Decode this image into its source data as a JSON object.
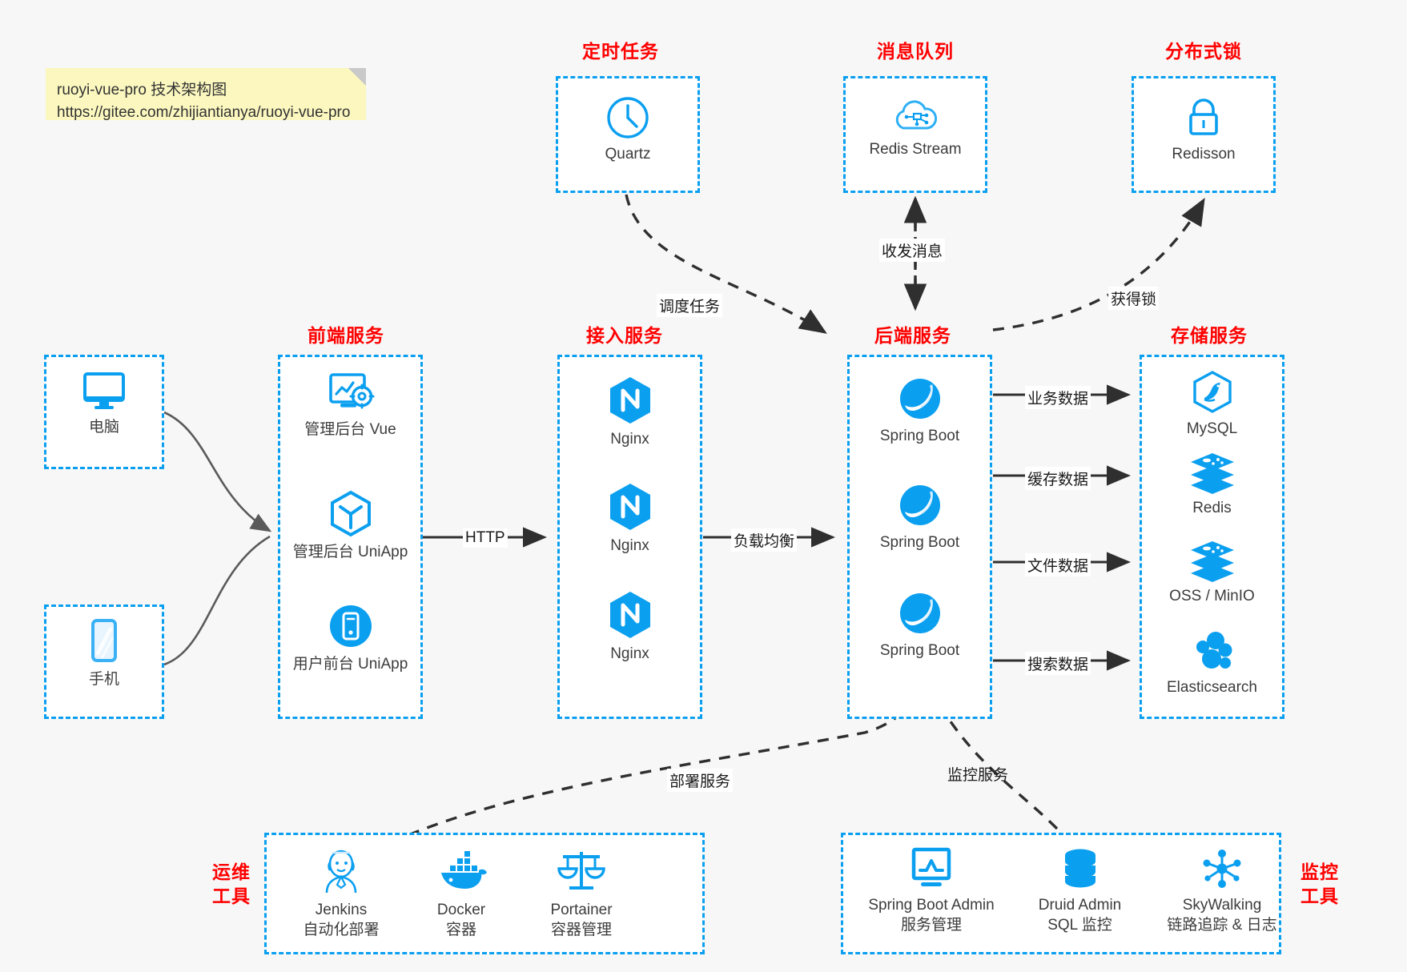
{
  "note": {
    "line1": "ruoyi-vue-pro 技术架构图",
    "line2": "https://gitee.com/zhijiantianya/ruoyi-vue-pro"
  },
  "colors": {
    "accent": "#0b9ff0",
    "title": "#ff0000",
    "text": "#3c3c3c",
    "background": "#f7f7f7",
    "note_bg": "#fbf7bf",
    "wire": "#2f2f2f"
  },
  "groups": {
    "scheduler": "定时任务",
    "mq": "消息队列",
    "lock": "分布式锁",
    "frontend": "前端服务",
    "gateway": "接入服务",
    "backend": "后端服务",
    "storage": "存储服务",
    "devops_l1": "运维",
    "devops_l2": "工具",
    "monitor_l1": "监控",
    "monitor_l2": "工具"
  },
  "clients": [
    {
      "label": "电脑",
      "icon": "desktop-monitor-icon"
    },
    {
      "label": "手机",
      "icon": "mobile-phone-icon"
    }
  ],
  "scheduler": [
    {
      "label": "Quartz",
      "icon": "clock-icon"
    }
  ],
  "mq": [
    {
      "label": "Redis Stream",
      "icon": "cloud-network-icon"
    }
  ],
  "lock": [
    {
      "label": "Redisson",
      "icon": "padlock-icon"
    }
  ],
  "frontend": [
    {
      "label": "管理后台 Vue",
      "icon": "dashboard-gear-icon"
    },
    {
      "label": "管理后台 UniApp",
      "icon": "hexagon-cube-icon"
    },
    {
      "label": "用户前台 UniApp",
      "icon": "phone-circle-icon"
    }
  ],
  "gateway": [
    {
      "label": "Nginx",
      "icon": "nginx-hexagon-icon"
    },
    {
      "label": "Nginx",
      "icon": "nginx-hexagon-icon"
    },
    {
      "label": "Nginx",
      "icon": "nginx-hexagon-icon"
    }
  ],
  "backend": [
    {
      "label": "Spring Boot",
      "icon": "spring-leaf-icon"
    },
    {
      "label": "Spring Boot",
      "icon": "spring-leaf-icon"
    },
    {
      "label": "Spring Boot",
      "icon": "spring-leaf-icon"
    }
  ],
  "storage": [
    {
      "label": "MySQL",
      "icon": "mysql-dolphin-icon"
    },
    {
      "label": "Redis",
      "icon": "redis-stack-icon"
    },
    {
      "label": "OSS / MinIO",
      "icon": "object-storage-icon"
    },
    {
      "label": "Elasticsearch",
      "icon": "elasticsearch-cluster-icon"
    }
  ],
  "devops": [
    {
      "name": "Jenkins",
      "desc": "自动化部署",
      "icon": "jenkins-butler-icon"
    },
    {
      "name": "Docker",
      "desc": "容器",
      "icon": "docker-whale-icon"
    },
    {
      "name": "Portainer",
      "desc": "容器管理",
      "icon": "scales-balance-icon"
    }
  ],
  "monitor": [
    {
      "name": "Spring Boot Admin",
      "desc": "服务管理",
      "icon": "monitor-chart-icon"
    },
    {
      "name": "Druid Admin",
      "desc": "SQL 监控",
      "icon": "database-cylinder-icon"
    },
    {
      "name": "SkyWalking",
      "desc": "链路追踪 & 日志",
      "icon": "network-nodes-icon"
    }
  ],
  "edges": {
    "http": "HTTP",
    "load_balance": "负载均衡",
    "schedule_task": "调度任务",
    "send_receive_message": "收发消息",
    "acquire_lock": "获得锁",
    "business_data": "业务数据",
    "cache_data": "缓存数据",
    "file_data": "文件数据",
    "search_data": "搜索数据",
    "deploy_service": "部署服务",
    "monitor_service": "监控服务"
  }
}
